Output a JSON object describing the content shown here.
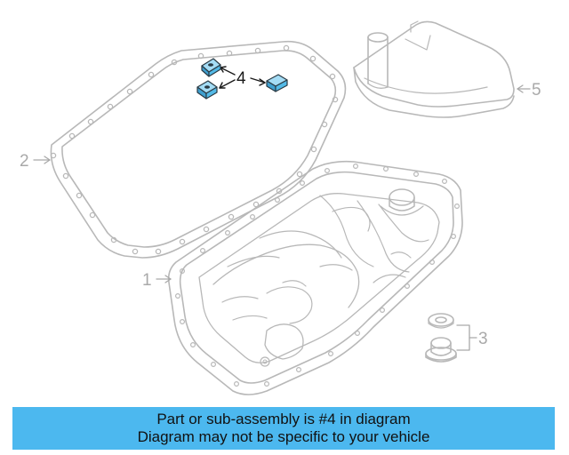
{
  "callouts": {
    "part_1": "1",
    "part_2": "2",
    "part_3": "3",
    "part_4": "4",
    "part_5": "5"
  },
  "banner": {
    "line1": "Part or sub-assembly is #4 in diagram",
    "line2": "Diagram may not be specific to your vehicle"
  },
  "colors": {
    "highlight_part": "#53b9e6",
    "banner_background": "#4cb8ef",
    "line_art": "#b4b4b4"
  }
}
